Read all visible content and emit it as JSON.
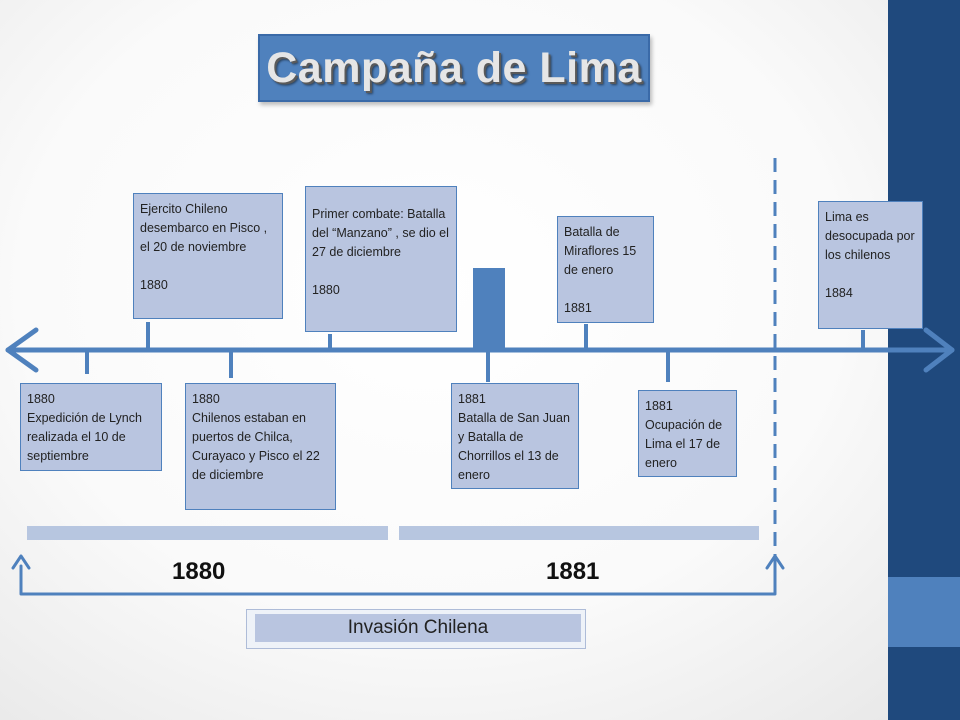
{
  "title": "Campaña de Lima",
  "colors": {
    "accent_dark": "#1f497d",
    "accent": "#4f81bd",
    "box_fill": "#b9c5e0",
    "bar_fill": "#b7c6e0"
  },
  "events": {
    "e1": "1880\nExpedición de Lynch realizada el 10 de septiembre",
    "e2": "Ejercito Chileno desembarco en Pisco , el 20 de noviembre\n\n1880",
    "e3": "1880\n Chilenos estaban en puertos  de Chilca, Curayaco y Pisco el  22 de diciembre",
    "e4": "Primer combate: Batalla del “Manzano” , se dio el 27 de diciembre\n\n1880",
    "e5": "1881\nBatalla de San Juan y Batalla de Chorrillos el 13 de enero",
    "e6": "Batalla de Miraflores 15 de enero\n\n1881",
    "e7": "1881\nOcupación de Lima el 17 de enero",
    "e8": "Lima es desocupada por los chilenos\n\n1884"
  },
  "periods": {
    "year_1880": "1880",
    "year_1881": "1881"
  },
  "invasion_label": "Invasión Chilena"
}
